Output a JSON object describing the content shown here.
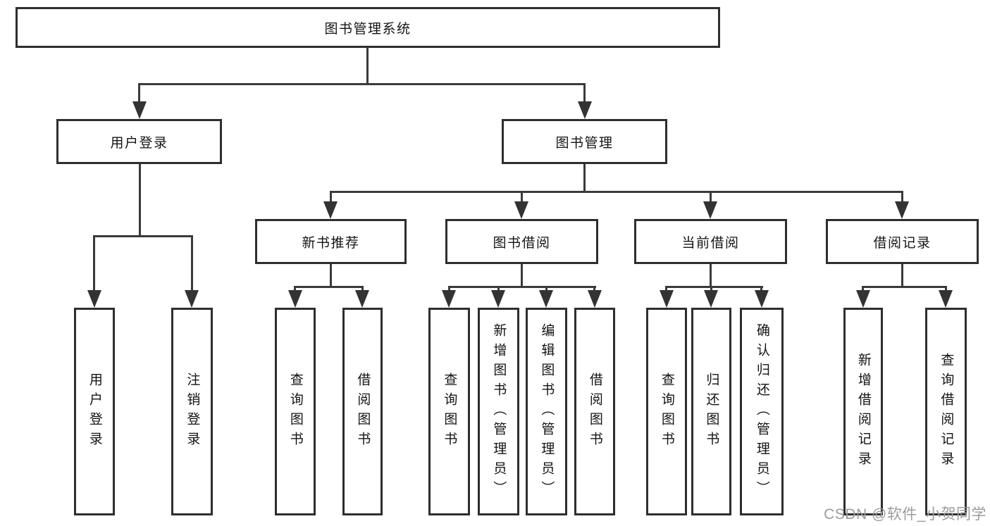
{
  "tree": {
    "root": {
      "label": "图书管理系统"
    },
    "branches": [
      {
        "label": "用户登录",
        "children": [
          {
            "label": "用户登录"
          },
          {
            "label": "注销登录"
          }
        ]
      },
      {
        "label": "图书管理",
        "children": [
          {
            "label": "新书推荐",
            "children": [
              {
                "label": "查询图书"
              },
              {
                "label": "借阅图书"
              }
            ]
          },
          {
            "label": "图书借阅",
            "children": [
              {
                "label": "查询图书"
              },
              {
                "label": "新增图书（管理员）"
              },
              {
                "label": "编辑图书（管理员）"
              },
              {
                "label": "借阅图书"
              }
            ]
          },
          {
            "label": "当前借阅",
            "children": [
              {
                "label": "查询图书"
              },
              {
                "label": "归还图书"
              },
              {
                "label": "确认归还（管理员）"
              }
            ]
          },
          {
            "label": "借阅记录",
            "children": [
              {
                "label": "新增借阅记录"
              },
              {
                "label": "查询借阅记录"
              }
            ]
          }
        ]
      }
    ]
  },
  "watermark": {
    "text": "CSDN @软件_小贺同学"
  },
  "colors": {
    "background": "#ffffff",
    "box_border": "#2e2e2e",
    "line": "#3a3a3a",
    "text": "#141414",
    "watermark": "#9b9b9b"
  }
}
